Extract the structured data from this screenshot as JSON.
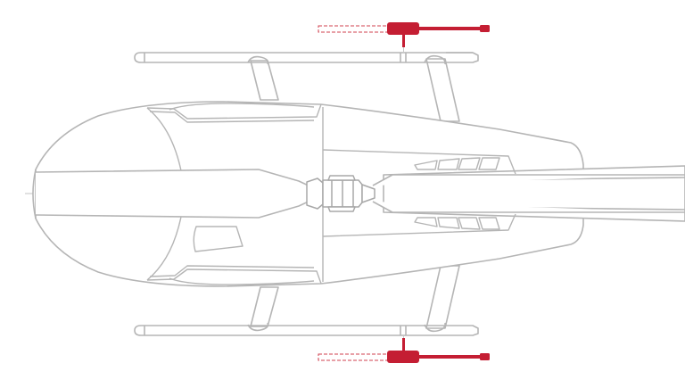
{
  "colors": {
    "background": "#ffffff",
    "outline": "#b5b5b5",
    "outline_light": "#c8c8c8",
    "centerline": "#cfcfcf",
    "accent_red": "#c41e33",
    "accent_red_dashed": "#d0404f"
  },
  "parts": {
    "upper_skid": "upper-skid",
    "lower_skid": "lower-skid",
    "fuselage": "fuselage",
    "canopy": "canopy",
    "tail_boom": "tail-boom",
    "main_rotor_hub": "main-rotor-hub",
    "upper_fitting": "upper-step-fitting",
    "lower_fitting": "lower-step-fitting"
  }
}
